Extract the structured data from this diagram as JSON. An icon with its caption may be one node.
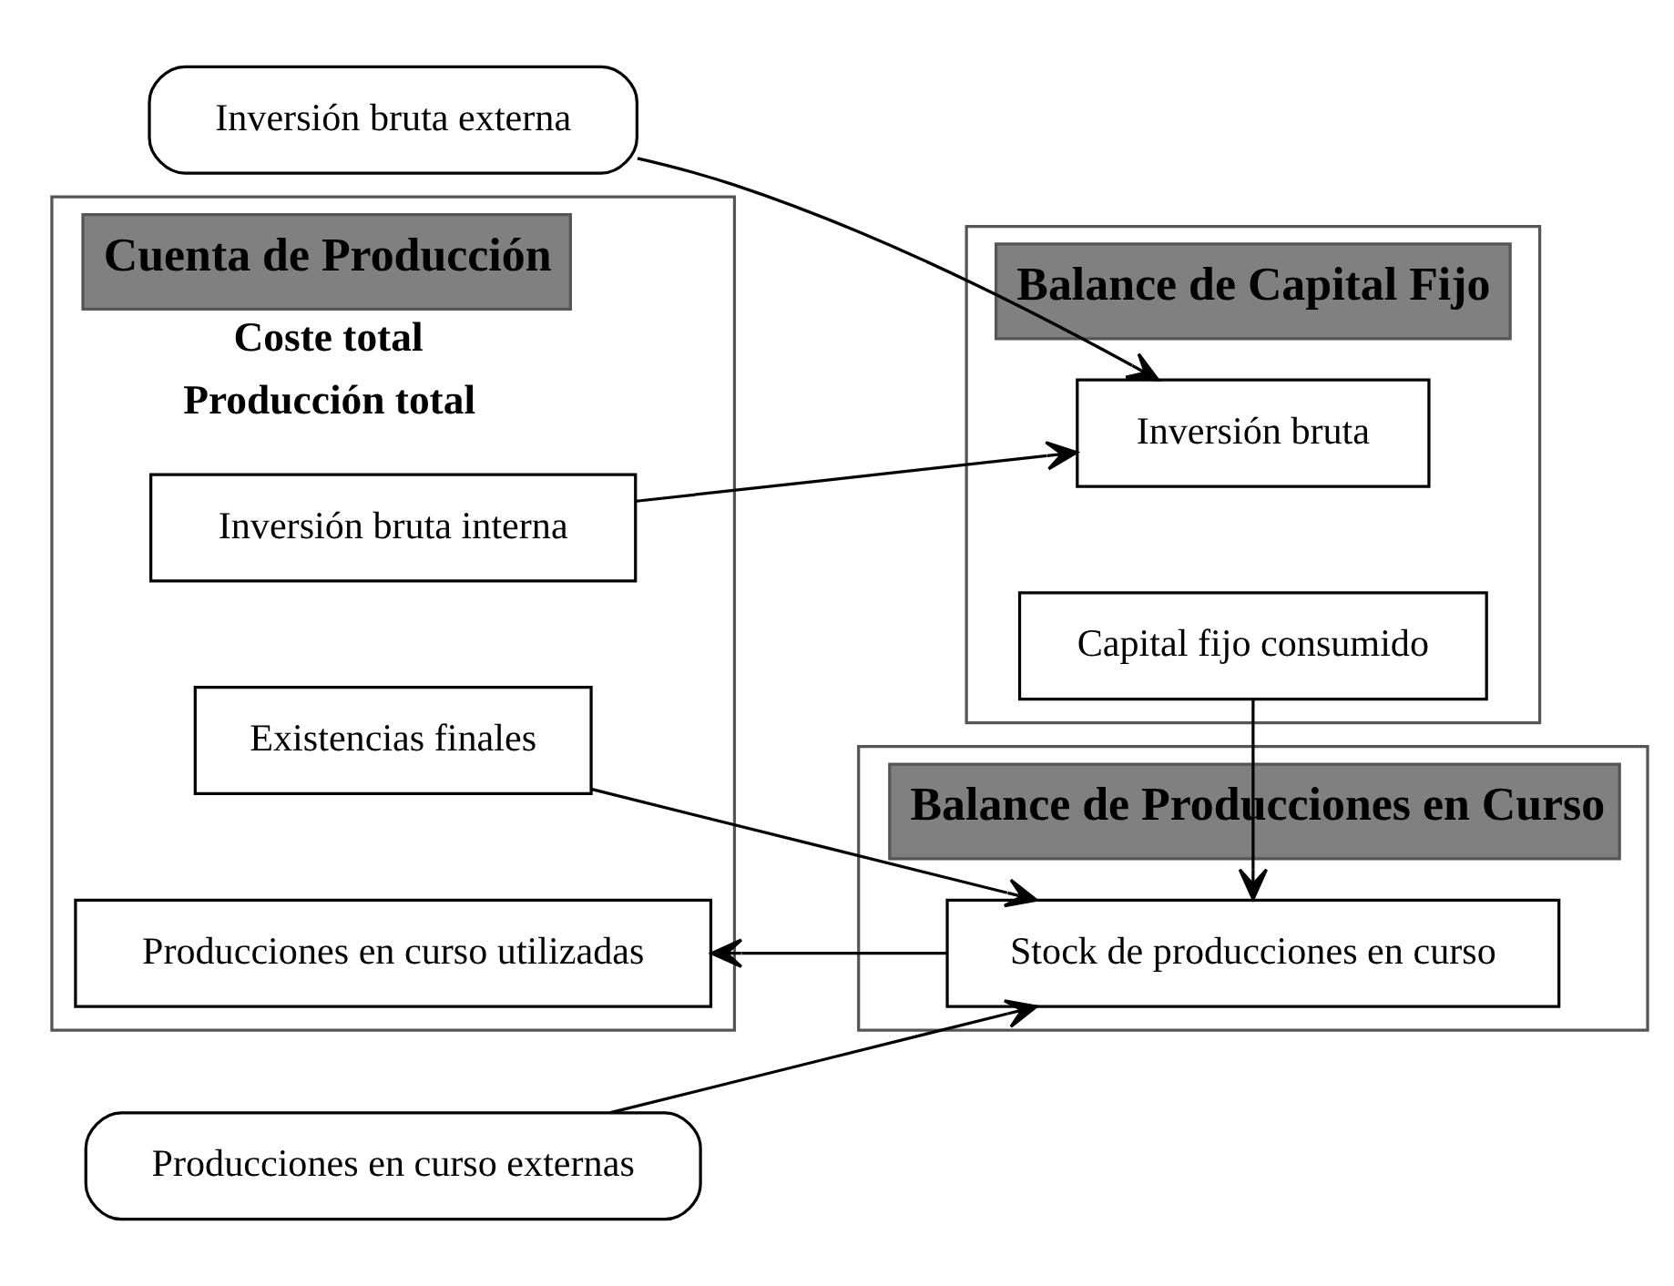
{
  "diagram": {
    "nodes": [
      {
        "text": [
          "Balance de Capital Fijo"
        ]
      },
      {
        "text": [
          "Inversión bruta"
        ],
        "in": 0
      },
      {
        "text": [
          "Inversión bruta externa"
        ]
      },
      {
        "text": [
          "Cuenta de Producción",
          "Coste total",
          "Producción total"
        ]
      },
      {
        "text": [
          "Inversión bruta interna"
        ],
        "in": 3
      },
      {
        "text": [
          "Capital fijo consumido"
        ],
        "in": 0
      },
      {
        "text": [
          "Existencias finales"
        ],
        "in": 3
      },
      {
        "text": [
          "Producciones en curso utilizadas"
        ],
        "in": 3
      },
      {
        "text": [
          "Balance de Producciones en Curso"
        ]
      },
      {
        "text": [
          "Producciones en curso externas"
        ]
      },
      {
        "text": [
          "Stock de producciones en curso"
        ],
        "in": 8
      }
    ],
    "edges": [
      {
        "from": 2,
        "to": 1,
        "arrow": "to"
      },
      {
        "from": 4,
        "to": 1,
        "arrow": "to"
      },
      {
        "from": 6,
        "to": 10,
        "arrow": "to"
      },
      {
        "from": 9,
        "to": 10,
        "arrow": "to"
      },
      {
        "from": 10,
        "to": 7,
        "arrow": "to"
      },
      {
        "from": 5,
        "to": 10,
        "arrow": "to"
      }
    ]
  }
}
